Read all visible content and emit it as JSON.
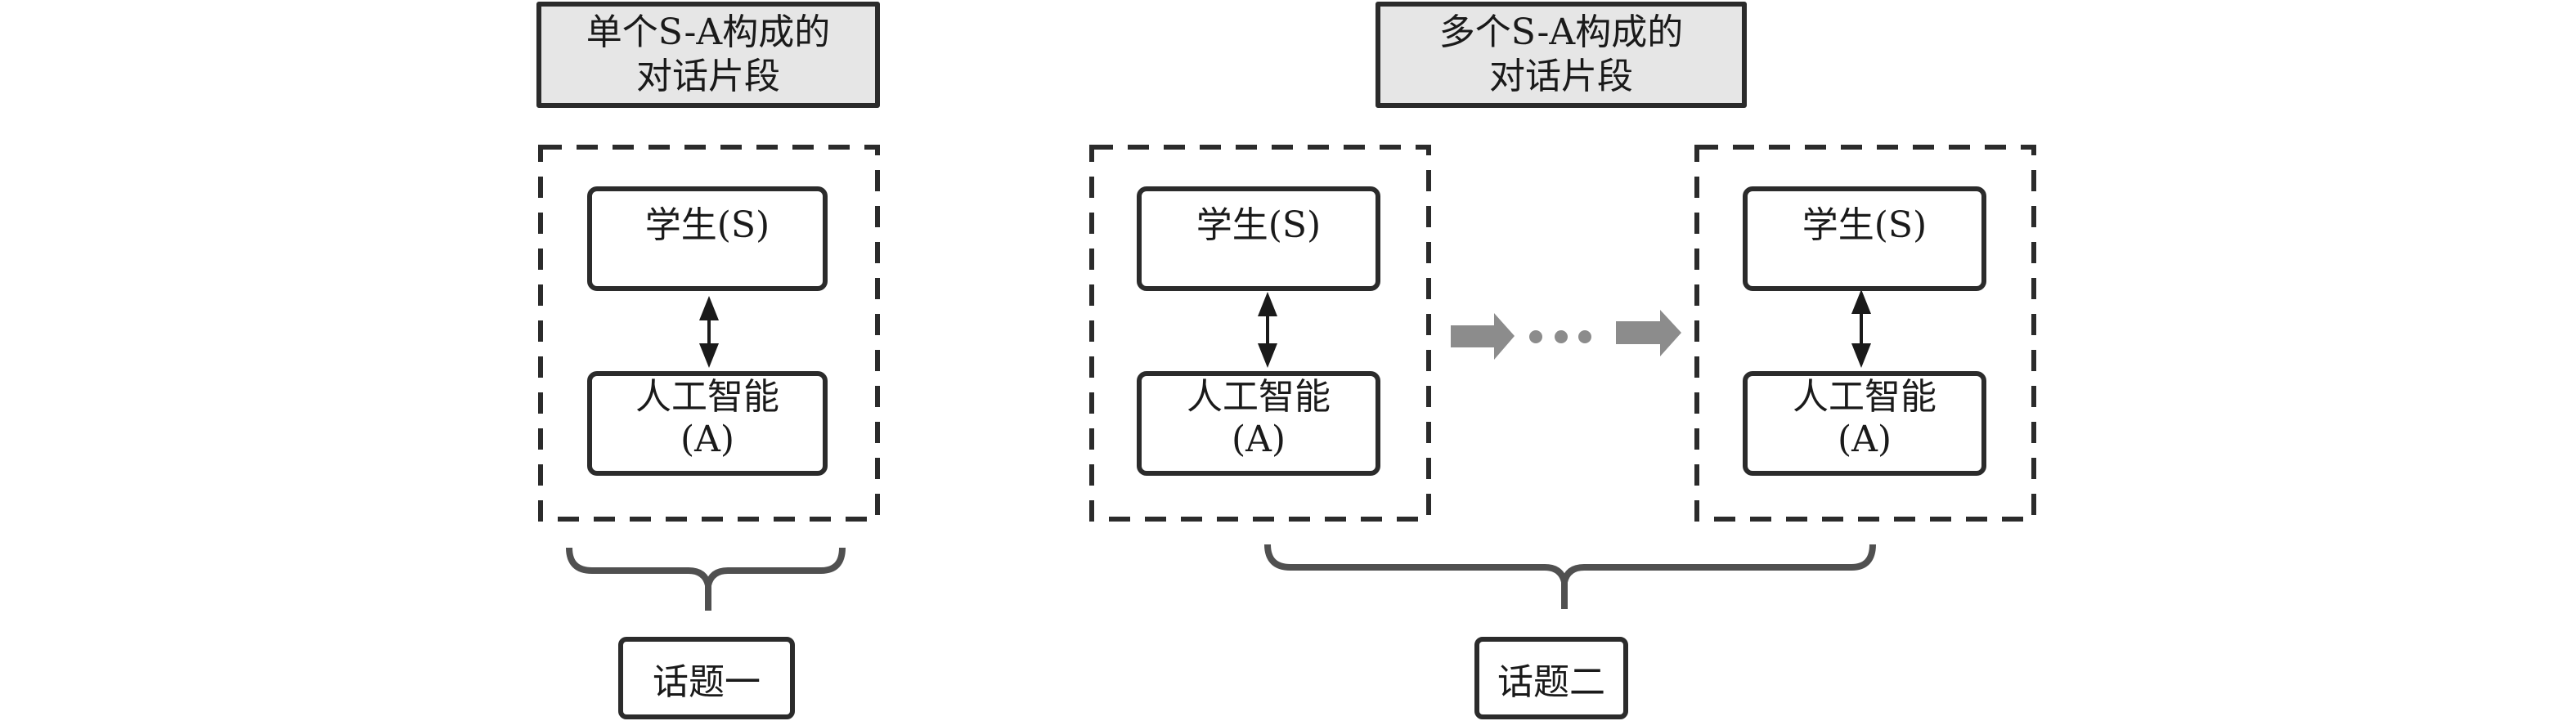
{
  "headings": [
    {
      "line1": "单个S-A构成的",
      "line2": "对话片段"
    },
    {
      "line1": "多个S-A构成的",
      "line2": "对话片段"
    }
  ],
  "segments": [
    {
      "student_label": "学生(S)",
      "ai_line1": "人工智能",
      "ai_line2": "(A)"
    },
    {
      "student_label": "学生(S)",
      "ai_line1": "人工智能",
      "ai_line2": "(A)"
    },
    {
      "student_label": "学生(S)",
      "ai_line1": "人工智能",
      "ai_line2": "(A)"
    }
  ],
  "topics": [
    {
      "label": "话题一"
    },
    {
      "label": "话题二"
    }
  ],
  "colors": {
    "stroke": "#2b2b2b",
    "heading_fill": "#e6e6e6",
    "progress_arrow": "#8c8c8c",
    "brace": "#505050"
  }
}
